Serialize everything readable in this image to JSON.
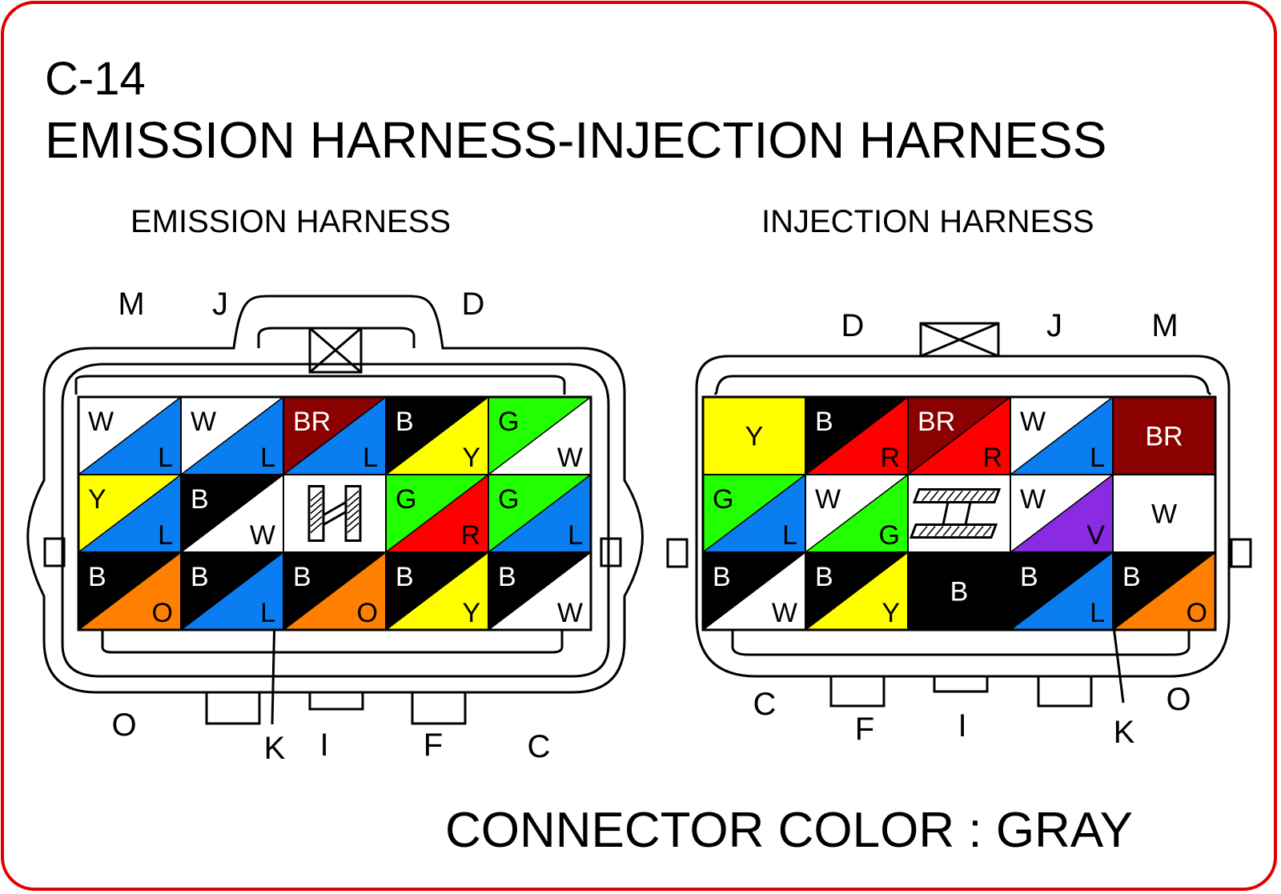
{
  "connector_id": "C-14",
  "title": "EMISSION HARNESS-INJECTION HARNESS",
  "footer": "CONNECTOR COLOR : GRAY",
  "wire_colors": {
    "W": "#ffffff",
    "L": "#0a7ef0",
    "BR": "#8b0000",
    "B": "#000000",
    "Y": "#ffff00",
    "G": "#22ff00",
    "R": "#ff0000",
    "O": "#ff7f00",
    "V": "#8a2be2"
  },
  "connectors": [
    {
      "id": "emission",
      "heading": "EMISSION HARNESS",
      "pin_labels": [
        "M",
        "J",
        "D",
        "O",
        "K",
        "I",
        "F",
        "C"
      ],
      "cells": [
        [
          {
            "a": "W",
            "b": "L"
          },
          {
            "a": "W",
            "b": "L"
          },
          {
            "a": "BR",
            "b": "L"
          },
          {
            "a": "B",
            "b": "Y"
          },
          {
            "a": "G",
            "b": "W"
          }
        ],
        [
          {
            "a": "Y",
            "b": "L"
          },
          {
            "a": "B",
            "b": "W"
          },
          {
            "key": "H"
          },
          {
            "a": "G",
            "b": "R"
          },
          {
            "a": "G",
            "b": "L"
          }
        ],
        [
          {
            "a": "B",
            "b": "O"
          },
          {
            "a": "B",
            "b": "L"
          },
          {
            "a": "B",
            "b": "O"
          },
          {
            "a": "B",
            "b": "Y"
          },
          {
            "a": "B",
            "b": "W"
          }
        ]
      ]
    },
    {
      "id": "injection",
      "heading": "INJECTION HARNESS",
      "pin_labels": [
        "D",
        "J",
        "M",
        "C",
        "F",
        "I",
        "K",
        "O"
      ],
      "cells": [
        [
          {
            "solid": "Y"
          },
          {
            "a": "B",
            "b": "R"
          },
          {
            "a": "BR",
            "b": "R"
          },
          {
            "a": "W",
            "b": "L"
          },
          {
            "solid": "BR"
          }
        ],
        [
          {
            "a": "G",
            "b": "L"
          },
          {
            "a": "W",
            "b": "G"
          },
          {
            "key": "T"
          },
          {
            "a": "W",
            "b": "V"
          },
          {
            "solid": "W"
          }
        ],
        [
          {
            "a": "B",
            "b": "W"
          },
          {
            "a": "B",
            "b": "Y"
          },
          {
            "solid": "B"
          },
          {
            "a": "B",
            "b": "L"
          },
          {
            "a": "B",
            "b": "O"
          }
        ]
      ]
    }
  ]
}
